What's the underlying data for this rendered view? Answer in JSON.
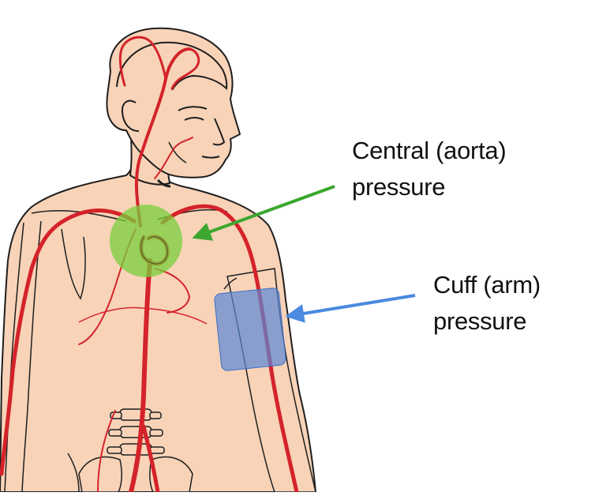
{
  "labels": {
    "central": {
      "line1": "Central (aorta)",
      "line2": "pressure"
    },
    "cuff": {
      "line1": "Cuff (arm)",
      "line2": "pressure"
    }
  },
  "colors": {
    "skin": "#f8d3b8",
    "outline": "#1e1e1e",
    "artery": "#d4232a",
    "central_marker": "#78cf3c",
    "central_arrow": "#3ba72e",
    "cuff_marker": "#5a87d6",
    "cuff_arrow": "#4a8ae0",
    "background": "#ffffff"
  },
  "icons": {
    "central_arrow": "arrow-left-icon",
    "cuff_arrow": "arrow-left-icon"
  }
}
